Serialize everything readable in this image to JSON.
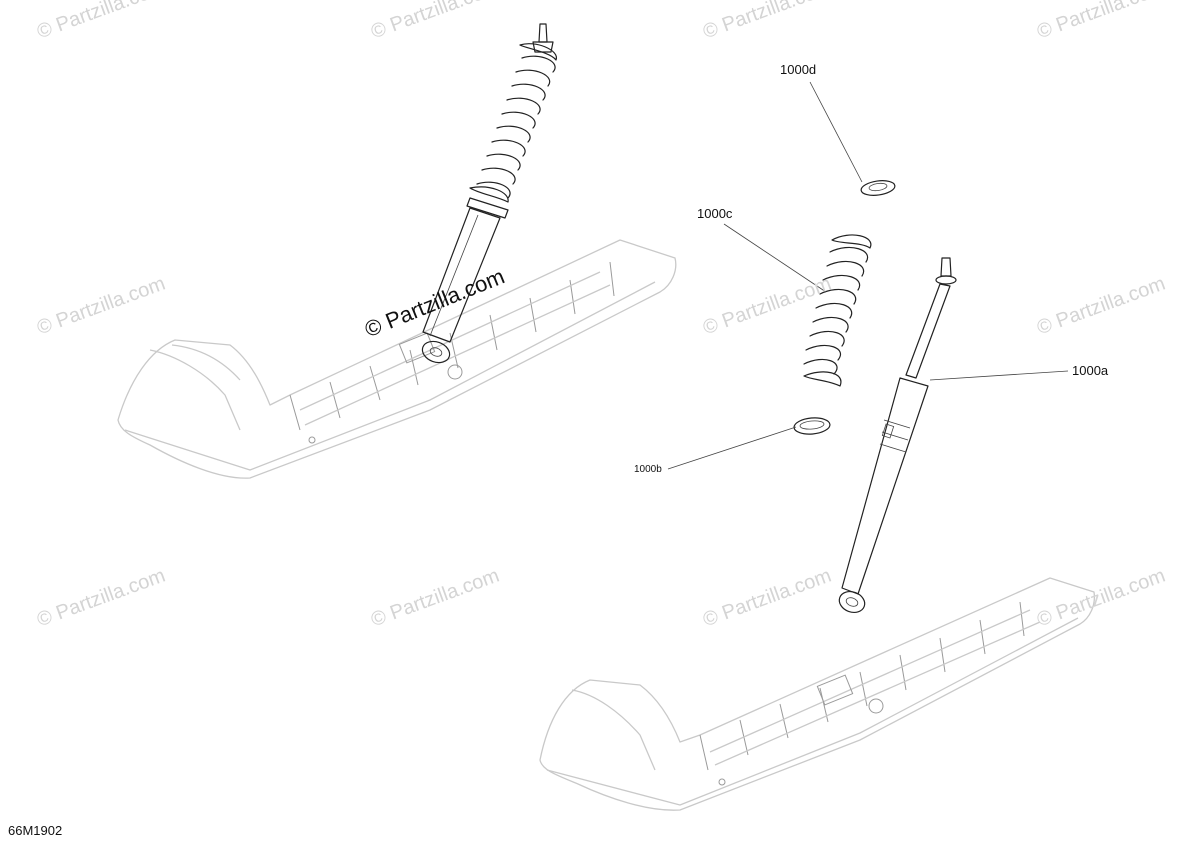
{
  "watermarks": {
    "faint_text": "© Partzilla.com",
    "main_text": "© Partzilla.com"
  },
  "callouts": {
    "shock": "1000a",
    "lower_seat": "1000b",
    "spring": "1000c",
    "upper_seat": "1000d"
  },
  "drawing_id": "66M1902"
}
